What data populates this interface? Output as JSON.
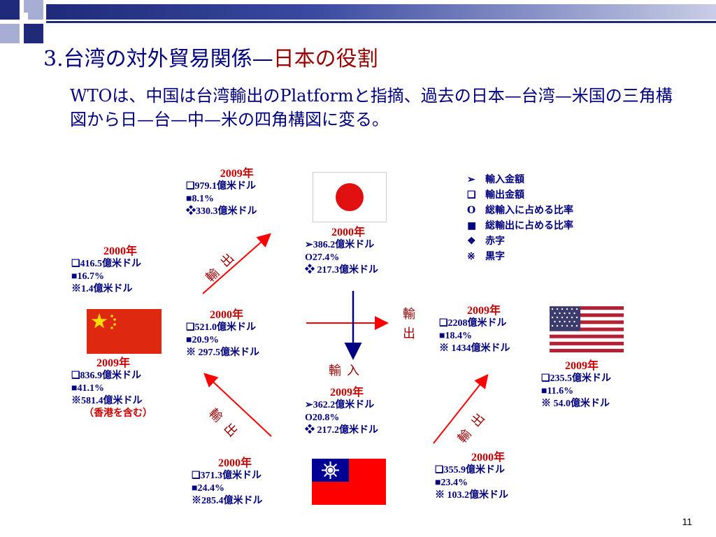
{
  "title": {
    "part1": "3.台湾の対外貿易関係—",
    "part2": "日本の役割"
  },
  "subtitle": "WTOは、中国は台湾輸出のPlatformと指摘、過去の日本—台湾—米国の三角構図から日—台—中—米の四角構図に変る。",
  "legend": [
    {
      "marker": "➢",
      "text": "輸入金額"
    },
    {
      "marker": "❑",
      "text": "輸出金額"
    },
    {
      "marker": "O",
      "text": "総輸入に占める比率"
    },
    {
      "marker": "■",
      "text": "総輸出に占める比率"
    },
    {
      "marker": "❖",
      "text": "赤字"
    },
    {
      "marker": "※",
      "text": "黒字"
    }
  ],
  "blocks": {
    "japan_2009": {
      "year": "2009年",
      "lines": [
        "❑979.1億米ドル",
        "■8.1%",
        "❖330.3億米ドル"
      ]
    },
    "japan_2000": {
      "year": "2000年",
      "lines": [
        "➢386.2億米ドル",
        "O27.4%",
        "❖ 217.3億米ドル"
      ]
    },
    "china_2000": {
      "year": "2000年",
      "lines": [
        "❑416.5億米ドル",
        "■16.7%",
        "※1.4億米ドル"
      ]
    },
    "center_2000": {
      "year": "2000年",
      "lines": [
        "❑521.0億米ドル",
        "■20.9%",
        "※ 297.5億米ドル"
      ]
    },
    "us_2009": {
      "year": "2009年",
      "lines": [
        "❑2208億米ドル",
        "■18.4%",
        "※ 1434億米ドル"
      ]
    },
    "china_2009": {
      "year": "2009年",
      "lines": [
        "❑836.9億米ドル",
        "■41.1%",
        "※581.4億米ドル"
      ],
      "note": "（香港を含む）"
    },
    "mid_2009": {
      "year": "2009年",
      "lines": [
        "➢362.2億米ドル",
        "O20.8%",
        "❖ 217.2億米ドル"
      ]
    },
    "us_right_2009": {
      "year": "2009年",
      "lines": [
        "❑235.5億米ドル",
        "■11.6%",
        "※ 54.0億米ドル"
      ]
    },
    "taiwan_2000": {
      "year": "2000年",
      "lines": [
        "❑371.3億米ドル",
        "■24.4%",
        "※285.4億米ドル"
      ]
    },
    "taiwan_right_2000": {
      "year": "2000年",
      "lines": [
        "❑355.9億米ドル",
        "■23.4%",
        "※ 103.2億米ドル"
      ]
    }
  },
  "arrow_labels": {
    "tl": "輸出",
    "right_v": "輸出",
    "center_down": "輸入",
    "bl": "輸出",
    "br": "輸出"
  },
  "page_number": "11"
}
